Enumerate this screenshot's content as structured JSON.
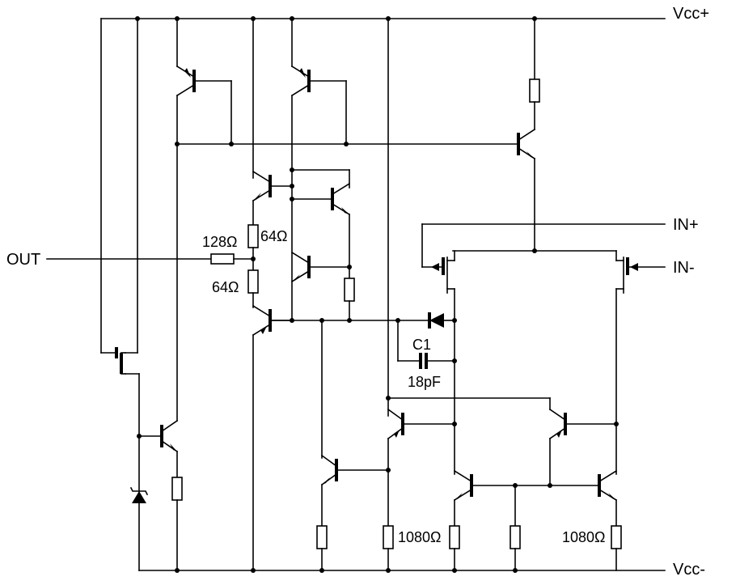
{
  "labels": {
    "vcc_pos": "Vcc+",
    "vcc_neg": "Vcc-",
    "in_pos": "IN+",
    "in_neg": "IN-",
    "out": "OUT",
    "r_128": "128Ω",
    "r_64_a": "64Ω",
    "r_64_b": "64Ω",
    "cap_name": "C1",
    "cap_value": "18pF",
    "r_1080_a": "1080Ω",
    "r_1080_b": "1080Ω"
  }
}
